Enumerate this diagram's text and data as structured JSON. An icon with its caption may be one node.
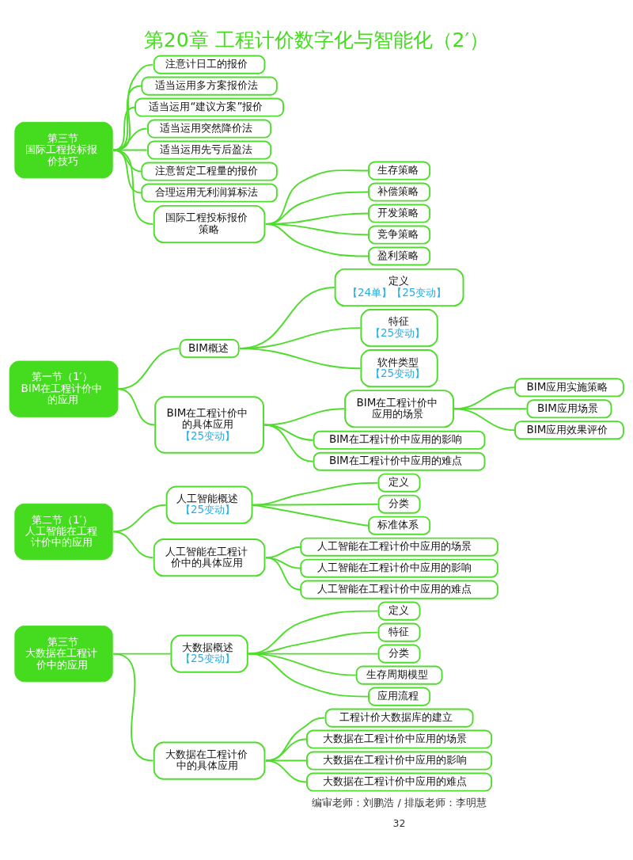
{
  "diagram": {
    "title": "第20章 工程计价数字化与智能化（2′）",
    "nodes": [
      {
        "text": [
          "第三节",
          "国际工程投标报价技巧"
        ]
      },
      {
        "text": [
          "注意计日工的报价"
        ]
      },
      {
        "text": [
          "适当运用多方案报价法"
        ]
      },
      {
        "text": [
          "适当运用“建议方案”报价"
        ]
      },
      {
        "text": [
          "适当运用突然降价法"
        ]
      },
      {
        "text": [
          "适当运用先亏后盈法"
        ]
      },
      {
        "text": [
          "注意暂定工程量的报价"
        ]
      },
      {
        "text": [
          "合理运用无利润算标法"
        ]
      },
      {
        "text": [
          "国际工程投标报价策略"
        ]
      },
      {
        "text": [
          "生存策略"
        ]
      },
      {
        "text": [
          "补偿策略"
        ]
      },
      {
        "text": [
          "开发策略"
        ]
      },
      {
        "text": [
          "竞争策略"
        ]
      },
      {
        "text": [
          "盈利策略"
        ]
      },
      {
        "text": [
          "第一节（1′）",
          "BIM在工程计价中的应用"
        ]
      },
      {
        "text": [
          "BIM概述"
        ]
      },
      {
        "text": [
          "定义",
          "【24单】【25变动】"
        ]
      },
      {
        "text": [
          "特征",
          "【25变动】"
        ]
      },
      {
        "text": [
          "软件类型",
          "【25变动】"
        ]
      },
      {
        "text": [
          "BIM在工程计价中的具体应用",
          "【25变动】"
        ]
      },
      {
        "text": [
          "BIM在工程计价中应用的场景"
        ]
      },
      {
        "text": [
          "BIM应用实施策略"
        ]
      },
      {
        "text": [
          "BIM应用场景"
        ]
      },
      {
        "text": [
          "BIM应用效果评价"
        ]
      },
      {
        "text": [
          "BIM在工程计价中应用的影响"
        ]
      },
      {
        "text": [
          "BIM在工程计价中应用的难点"
        ]
      },
      {
        "text": [
          "第二节（1′）",
          "人工智能在工程计价中的应用"
        ]
      },
      {
        "text": [
          "人工智能概述",
          "【25变动】"
        ]
      },
      {
        "text": [
          "定义"
        ]
      },
      {
        "text": [
          "分类"
        ]
      },
      {
        "text": [
          "标准体系"
        ]
      },
      {
        "text": [
          "人工智能在工程计价中的具体应用"
        ]
      },
      {
        "text": [
          "人工智能在工程计价中应用的场景"
        ]
      },
      {
        "text": [
          "人工智能在工程计价中应用的影响"
        ]
      },
      {
        "text": [
          "人工智能在工程计价中应用的难点"
        ]
      },
      {
        "text": [
          "第三节",
          "大数据在工程计价中的应用"
        ]
      },
      {
        "text": [
          "大数据概述",
          "【25变动】"
        ]
      },
      {
        "text": [
          "定义"
        ]
      },
      {
        "text": [
          "特征"
        ]
      },
      {
        "text": [
          "分类"
        ]
      },
      {
        "text": [
          "生存周期模型"
        ]
      },
      {
        "text": [
          "应用流程"
        ]
      },
      {
        "text": [
          "大数据在工程计价中的具体应用"
        ]
      },
      {
        "text": [
          "工程计价大数据库的建立"
        ]
      },
      {
        "text": [
          "大数据在工程计价中应用的场景"
        ]
      },
      {
        "text": [
          "大数据在工程计价中应用的影响"
        ]
      },
      {
        "text": [
          "大数据在工程计价中应用的难点"
        ]
      }
    ],
    "edges": [
      {
        "from": 0,
        "to": 1,
        "arrow": "none"
      },
      {
        "from": 0,
        "to": 2,
        "arrow": "none"
      },
      {
        "from": 0,
        "to": 3,
        "arrow": "none"
      },
      {
        "from": 0,
        "to": 4,
        "arrow": "none"
      },
      {
        "from": 0,
        "to": 5,
        "arrow": "none"
      },
      {
        "from": 0,
        "to": 6,
        "arrow": "none"
      },
      {
        "from": 0,
        "to": 7,
        "arrow": "none"
      },
      {
        "from": 0,
        "to": 8,
        "arrow": "none"
      },
      {
        "from": 8,
        "to": 9,
        "arrow": "none"
      },
      {
        "from": 8,
        "to": 10,
        "arrow": "none"
      },
      {
        "from": 8,
        "to": 11,
        "arrow": "none"
      },
      {
        "from": 8,
        "to": 12,
        "arrow": "none"
      },
      {
        "from": 8,
        "to": 13,
        "arrow": "none"
      },
      {
        "from": 14,
        "to": 15,
        "arrow": "none"
      },
      {
        "from": 15,
        "to": 16,
        "arrow": "none"
      },
      {
        "from": 15,
        "to": 17,
        "arrow": "none"
      },
      {
        "from": 15,
        "to": 18,
        "arrow": "none"
      },
      {
        "from": 14,
        "to": 19,
        "arrow": "none"
      },
      {
        "from": 19,
        "to": 20,
        "arrow": "none"
      },
      {
        "from": 20,
        "to": 21,
        "arrow": "none"
      },
      {
        "from": 20,
        "to": 22,
        "arrow": "none"
      },
      {
        "from": 20,
        "to": 23,
        "arrow": "none"
      },
      {
        "from": 19,
        "to": 24,
        "arrow": "none"
      },
      {
        "from": 19,
        "to": 25,
        "arrow": "none"
      },
      {
        "from": 26,
        "to": 27,
        "arrow": "none"
      },
      {
        "from": 27,
        "to": 28,
        "arrow": "none"
      },
      {
        "from": 27,
        "to": 29,
        "arrow": "none"
      },
      {
        "from": 27,
        "to": 30,
        "arrow": "none"
      },
      {
        "from": 26,
        "to": 31,
        "arrow": "none"
      },
      {
        "from": 31,
        "to": 32,
        "arrow": "none"
      },
      {
        "from": 31,
        "to": 33,
        "arrow": "none"
      },
      {
        "from": 31,
        "to": 34,
        "arrow": "none"
      },
      {
        "from": 35,
        "to": 36,
        "arrow": "none"
      },
      {
        "from": 36,
        "to": 37,
        "arrow": "none"
      },
      {
        "from": 36,
        "to": 38,
        "arrow": "none"
      },
      {
        "from": 36,
        "to": 39,
        "arrow": "none"
      },
      {
        "from": 36,
        "to": 40,
        "arrow": "none"
      },
      {
        "from": 36,
        "to": 41,
        "arrow": "none"
      },
      {
        "from": 35,
        "to": 42,
        "arrow": "none"
      },
      {
        "from": 42,
        "to": 43,
        "arrow": "none"
      },
      {
        "from": 42,
        "to": 44,
        "arrow": "none"
      },
      {
        "from": 42,
        "to": 45,
        "arrow": "none"
      },
      {
        "from": 42,
        "to": 46,
        "arrow": "none"
      }
    ],
    "labels": [
      "编审老师：刘鹏浩 / 排版老师：李明慧",
      "32"
    ]
  }
}
